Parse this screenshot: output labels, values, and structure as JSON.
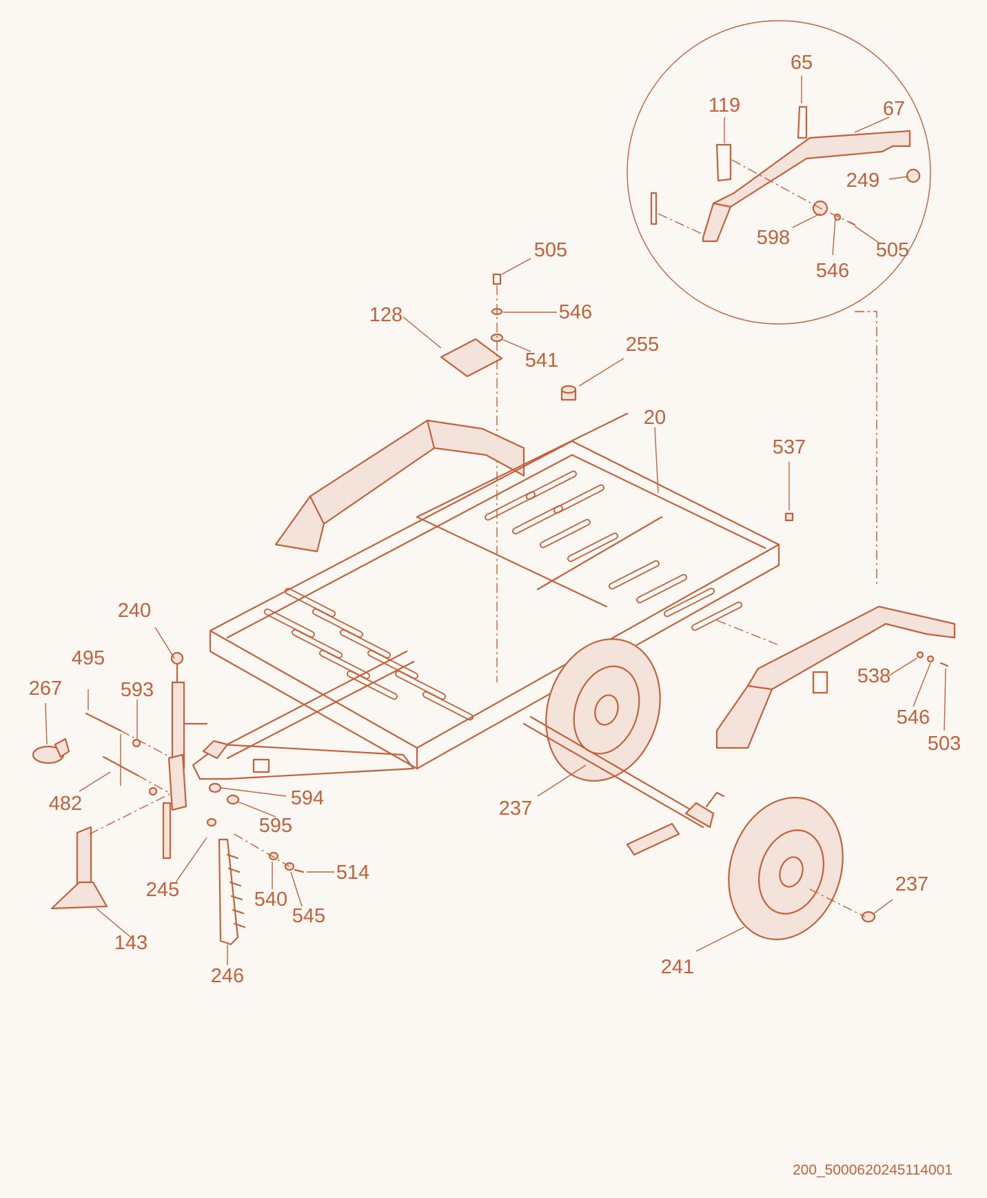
{
  "drawing_id": "200_5000620245114001",
  "callouts": [
    {
      "id": "c65",
      "text": "65"
    },
    {
      "id": "c119",
      "text": "119"
    },
    {
      "id": "c67",
      "text": "67"
    },
    {
      "id": "c249",
      "text": "249"
    },
    {
      "id": "c598",
      "text": "598"
    },
    {
      "id": "c505a",
      "text": "505"
    },
    {
      "id": "c546a",
      "text": "546"
    },
    {
      "id": "c505b",
      "text": "505"
    },
    {
      "id": "c546b",
      "text": "546"
    },
    {
      "id": "c128",
      "text": "128"
    },
    {
      "id": "c541",
      "text": "541"
    },
    {
      "id": "c255",
      "text": "255"
    },
    {
      "id": "c20",
      "text": "20"
    },
    {
      "id": "c537",
      "text": "537"
    },
    {
      "id": "c240",
      "text": "240"
    },
    {
      "id": "c495",
      "text": "495"
    },
    {
      "id": "c593",
      "text": "593"
    },
    {
      "id": "c267",
      "text": "267"
    },
    {
      "id": "c482",
      "text": "482"
    },
    {
      "id": "c594",
      "text": "594"
    },
    {
      "id": "c595",
      "text": "595"
    },
    {
      "id": "c237a",
      "text": "237"
    },
    {
      "id": "c538",
      "text": "538"
    },
    {
      "id": "c546c",
      "text": "546"
    },
    {
      "id": "c503",
      "text": "503"
    },
    {
      "id": "c514",
      "text": "514"
    },
    {
      "id": "c245",
      "text": "245"
    },
    {
      "id": "c540",
      "text": "540"
    },
    {
      "id": "c545",
      "text": "545"
    },
    {
      "id": "c143",
      "text": "143"
    },
    {
      "id": "c246",
      "text": "246"
    },
    {
      "id": "c237b",
      "text": "237"
    },
    {
      "id": "c241",
      "text": "241"
    }
  ]
}
